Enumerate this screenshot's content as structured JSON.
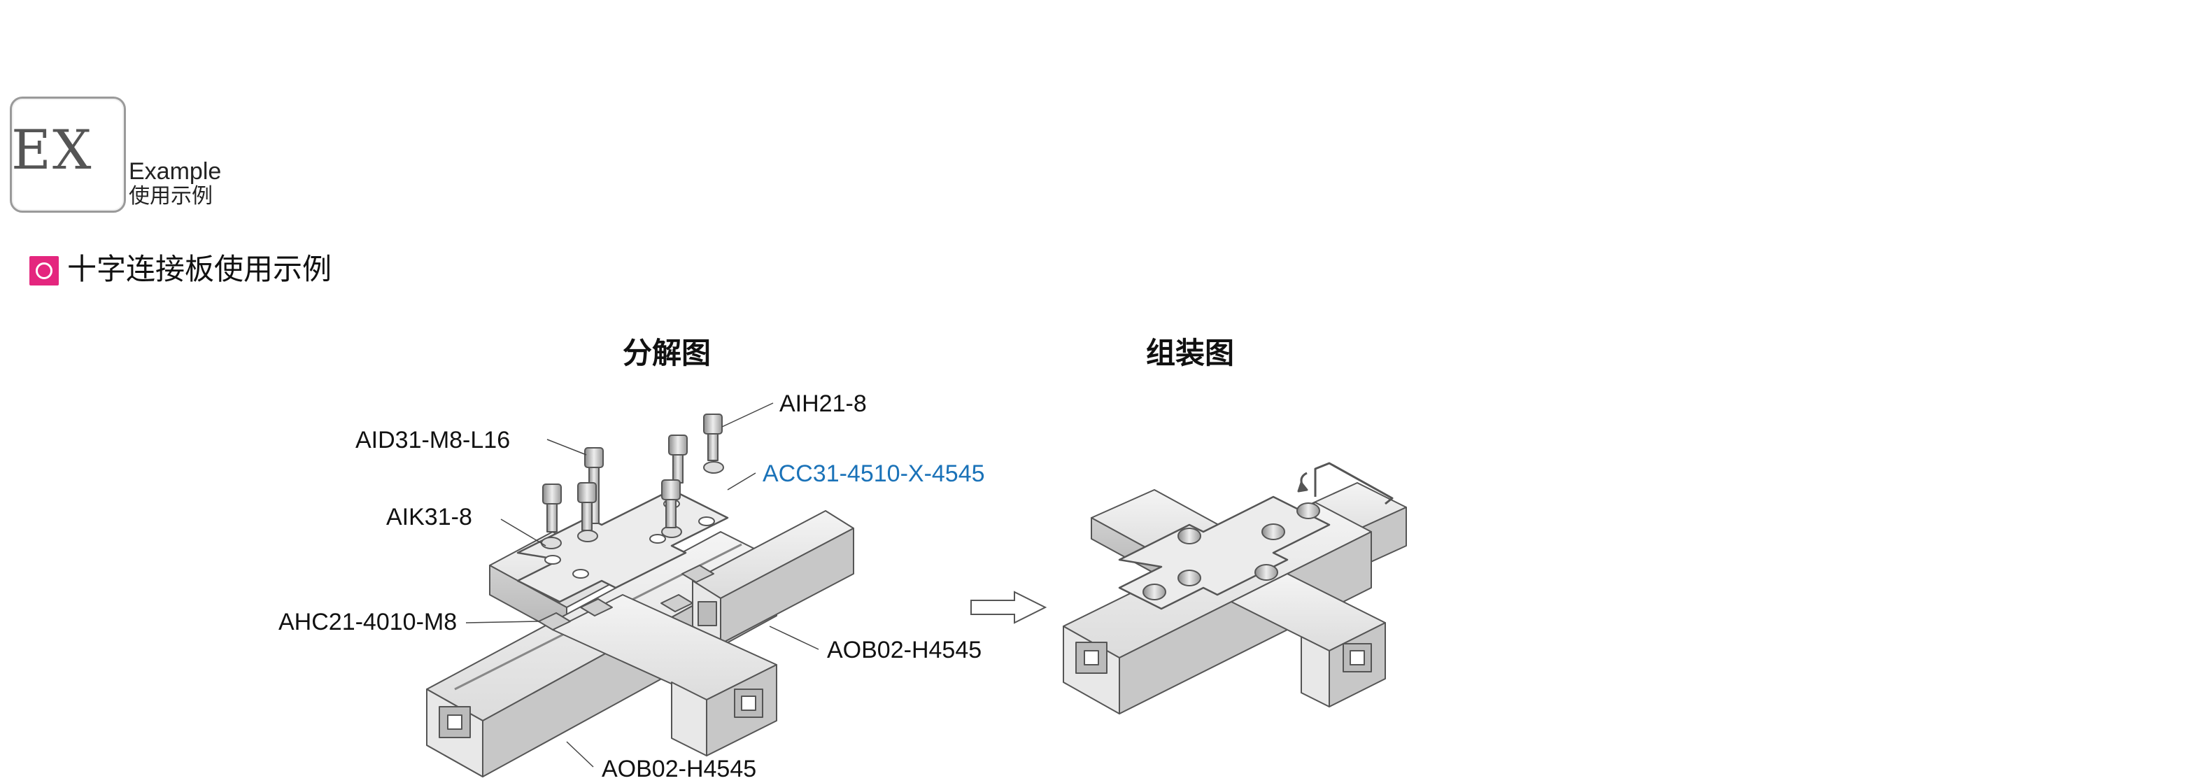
{
  "badge": {
    "code": "EX",
    "label_en": "Example",
    "label_cn": "使用示例"
  },
  "section": {
    "title": "十字连接板使用示例",
    "bullet_color": "#e4267e"
  },
  "exploded": {
    "title": "分解图",
    "callouts": {
      "aid31": "AID31-M8-L16",
      "aih21": "AIH21-8",
      "acc31": "ACC31-4510-X-4545",
      "aik31": "AIK31-8",
      "ahc21": "AHC21-4010-M8",
      "aob02_right": "AOB02-H4545",
      "aob02_bottom": "AOB02-H4545"
    },
    "highlight_color": "#1a72b8"
  },
  "assembled": {
    "title": "组装图"
  }
}
